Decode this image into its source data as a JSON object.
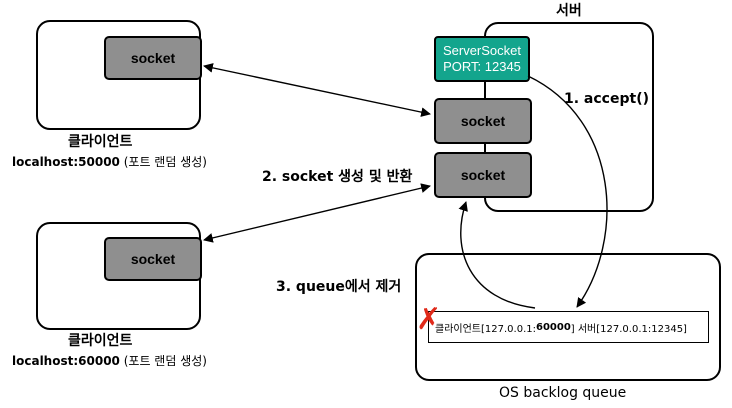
{
  "server": {
    "title": "서버",
    "server_socket_line1": "ServerSocket",
    "server_socket_line2": "PORT: 12345",
    "socket_top": "socket",
    "socket_bottom": "socket"
  },
  "client1": {
    "socket": "socket",
    "title": "클라이언트",
    "address_strong": "localhost:50000",
    "address_note": " (포트 랜덤 생성)"
  },
  "client2": {
    "socket": "socket",
    "title": "클라이언트",
    "address_strong": "localhost:60000",
    "address_note": " (포트 랜덤 생성)"
  },
  "steps": {
    "accept": "1. accept()",
    "create_return": "2. socket 생성 및 반환",
    "remove_queue": "3. queue에서 제거"
  },
  "queue": {
    "title": "OS backlog queue",
    "entry_client": "클라이언트[127.0.0.1:",
    "entry_port": "60000",
    "entry_rest": "] 서버[127.0.0.1:12345]"
  },
  "colors": {
    "server_socket": "#13a58d",
    "socket": "#8f8f8f",
    "remove_mark": "#e02a1a"
  }
}
